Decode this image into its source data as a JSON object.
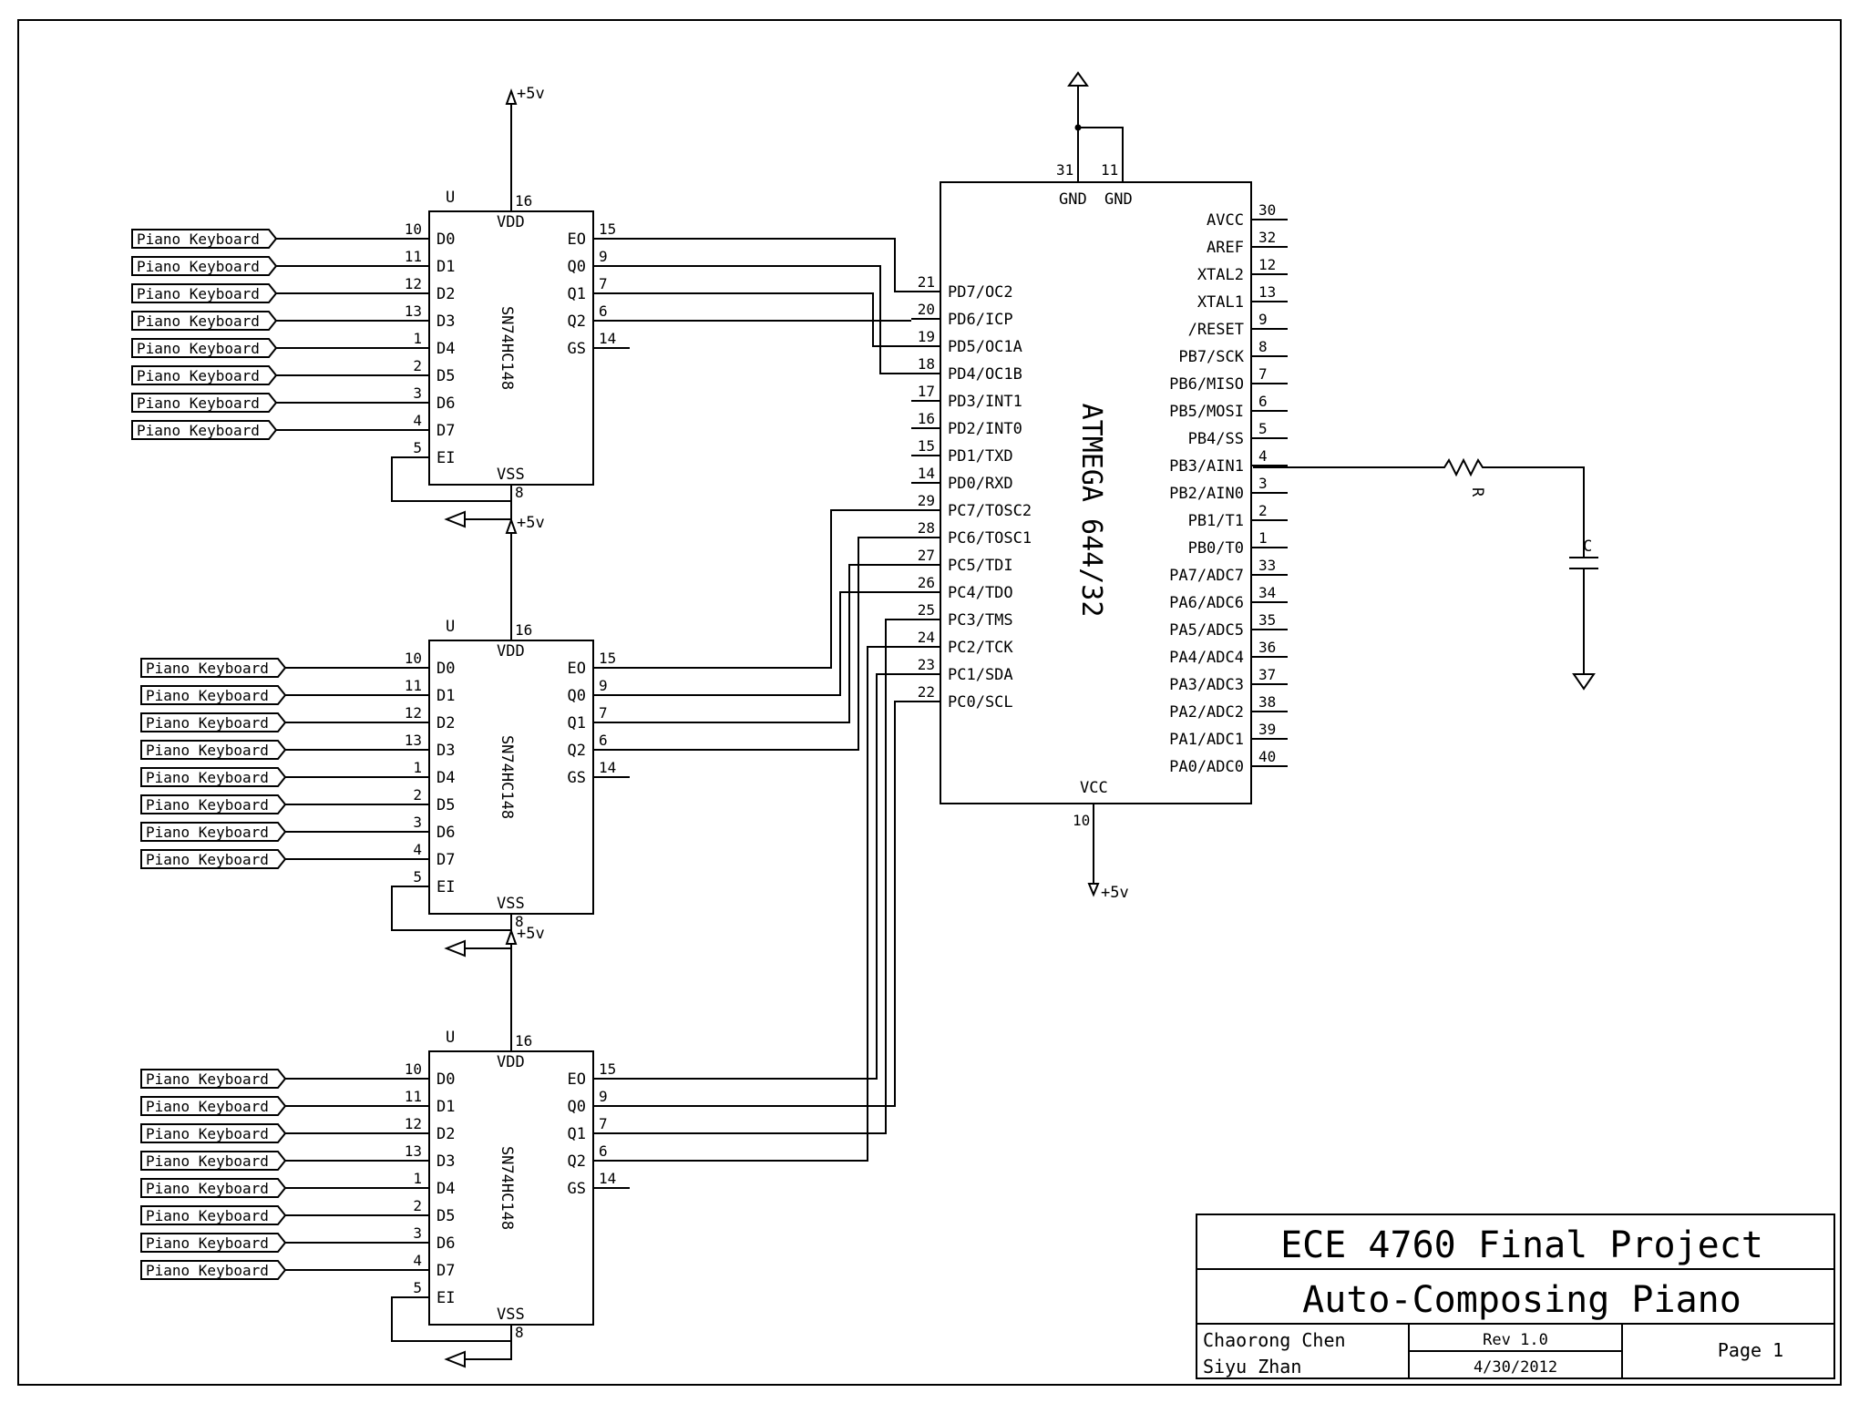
{
  "decoder": {
    "name": "SN74HC148",
    "ref": "U",
    "inputs": [
      {
        "name": "D0",
        "num": "10"
      },
      {
        "name": "D1",
        "num": "11"
      },
      {
        "name": "D2",
        "num": "12"
      },
      {
        "name": "D3",
        "num": "13"
      },
      {
        "name": "D4",
        "num": "1"
      },
      {
        "name": "D5",
        "num": "2"
      },
      {
        "name": "D6",
        "num": "3"
      },
      {
        "name": "D7",
        "num": "4"
      }
    ],
    "ei": {
      "name": "EI",
      "num": "5"
    },
    "vdd": {
      "name": "VDD",
      "num": "16"
    },
    "vss": {
      "name": "VSS",
      "num": "8"
    },
    "outputs": [
      {
        "name": "EO",
        "num": "15"
      },
      {
        "name": "Q0",
        "num": "9"
      },
      {
        "name": "Q1",
        "num": "7"
      },
      {
        "name": "Q2",
        "num": "6"
      },
      {
        "name": "GS",
        "num": "14"
      }
    ],
    "input_label": "Piano Keyboard",
    "supply": "+5v"
  },
  "mcu": {
    "name": "ATMEGA 644/32",
    "gnd_pins": [
      {
        "name": "GND",
        "num": "31"
      },
      {
        "name": "GND",
        "num": "11"
      }
    ],
    "vcc": {
      "name": "VCC",
      "num": "10"
    },
    "supply": "+5v",
    "left_pins": [
      {
        "name": "PD7/OC2",
        "num": "21"
      },
      {
        "name": "PD6/ICP",
        "num": "20"
      },
      {
        "name": "PD5/OC1A",
        "num": "19"
      },
      {
        "name": "PD4/OC1B",
        "num": "18"
      },
      {
        "name": "PD3/INT1",
        "num": "17"
      },
      {
        "name": "PD2/INT0",
        "num": "16"
      },
      {
        "name": "PD1/TXD",
        "num": "15"
      },
      {
        "name": "PD0/RXD",
        "num": "14"
      },
      {
        "name": "PC7/TOSC2",
        "num": "29"
      },
      {
        "name": "PC6/TOSC1",
        "num": "28"
      },
      {
        "name": "PC5/TDI",
        "num": "27"
      },
      {
        "name": "PC4/TDO",
        "num": "26"
      },
      {
        "name": "PC3/TMS",
        "num": "25"
      },
      {
        "name": "PC2/TCK",
        "num": "24"
      },
      {
        "name": "PC1/SDA",
        "num": "23"
      },
      {
        "name": "PC0/SCL",
        "num": "22"
      }
    ],
    "right_pins": [
      {
        "name": "AVCC",
        "num": "30"
      },
      {
        "name": "AREF",
        "num": "32"
      },
      {
        "name": "XTAL2",
        "num": "12"
      },
      {
        "name": "XTAL1",
        "num": "13"
      },
      {
        "name": "/RESET",
        "num": "9"
      },
      {
        "name": "PB7/SCK",
        "num": "8"
      },
      {
        "name": "PB6/MISO",
        "num": "7"
      },
      {
        "name": "PB5/MOSI",
        "num": "6"
      },
      {
        "name": "PB4/SS",
        "num": "5"
      },
      {
        "name": "PB3/AIN1",
        "num": "4"
      },
      {
        "name": "PB2/AIN0",
        "num": "3"
      },
      {
        "name": "PB1/T1",
        "num": "2"
      },
      {
        "name": "PB0/T0",
        "num": "1"
      },
      {
        "name": "PA7/ADC7",
        "num": "33"
      },
      {
        "name": "PA6/ADC6",
        "num": "34"
      },
      {
        "name": "PA5/ADC5",
        "num": "35"
      },
      {
        "name": "PA4/ADC4",
        "num": "36"
      },
      {
        "name": "PA3/ADC3",
        "num": "37"
      },
      {
        "name": "PA2/ADC2",
        "num": "38"
      },
      {
        "name": "PA1/ADC1",
        "num": "39"
      },
      {
        "name": "PA0/ADC0",
        "num": "40"
      }
    ]
  },
  "resistor": {
    "label": "R"
  },
  "capacitor": {
    "label": "C"
  },
  "title_block": {
    "line1": "ECE 4760 Final Project",
    "line2": "Auto-Composing Piano",
    "author1": "Chaorong Chen",
    "author2": "Siyu Zhan",
    "rev": "Rev 1.0",
    "date": "4/30/2012",
    "page": "Page 1"
  }
}
